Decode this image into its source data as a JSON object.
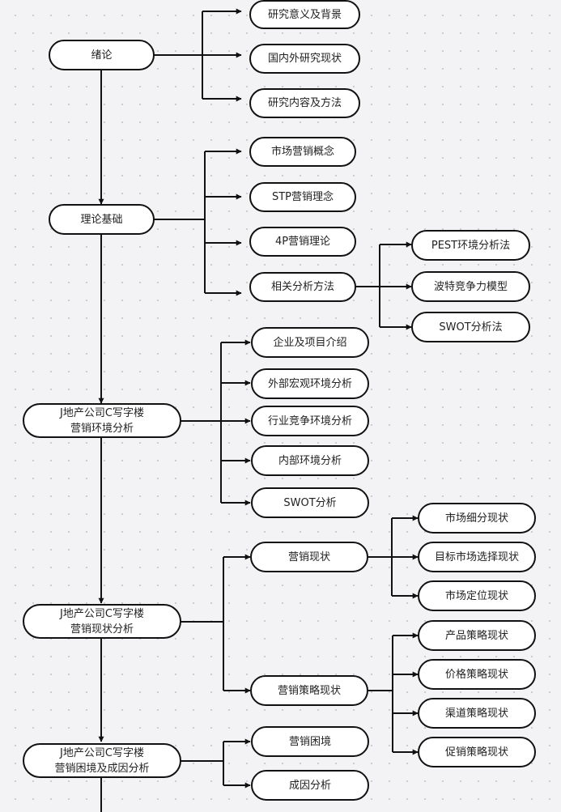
{
  "nodes": {
    "xulun": "绪论",
    "yanjiu_yiyi": "研究意义及背景",
    "guonei_guowai": "国内外研究现状",
    "yanjiu_neirong": "研究内容及方法",
    "lilun": "理论基础",
    "shichang_gainian": "市场营销概念",
    "stp": "STP营销理念",
    "p4": "4P营销理论",
    "xiangguan": "相关分析方法",
    "pest": "PEST环境分析法",
    "bote": "波特竞争力模型",
    "swot_fa": "SWOT分析法",
    "huanjing": "J地产公司C写字楼\n营销环境分析",
    "qiye": "企业及项目介绍",
    "waibu": "外部宏观环境分析",
    "hangye": "行业竞争环境分析",
    "neibu": "内部环境分析",
    "swot": "SWOT分析",
    "xianzhuang": "J地产公司C写字楼\n营销现状分析",
    "yingxiao_xz": "营销现状",
    "xifen": "市场细分现状",
    "mubiao": "目标市场选择现状",
    "dingwei": "市场定位现状",
    "celue_xz": "营销策略现状",
    "chanpin": "产品策略现状",
    "jiage": "价格策略现状",
    "qudao": "渠道策略现状",
    "cuxiao": "促销策略现状",
    "kunjing": "J地产公司C写字楼\n营销困境及成因分析",
    "yingxiao_kj": "营销困境",
    "chengyin": "成因分析"
  }
}
